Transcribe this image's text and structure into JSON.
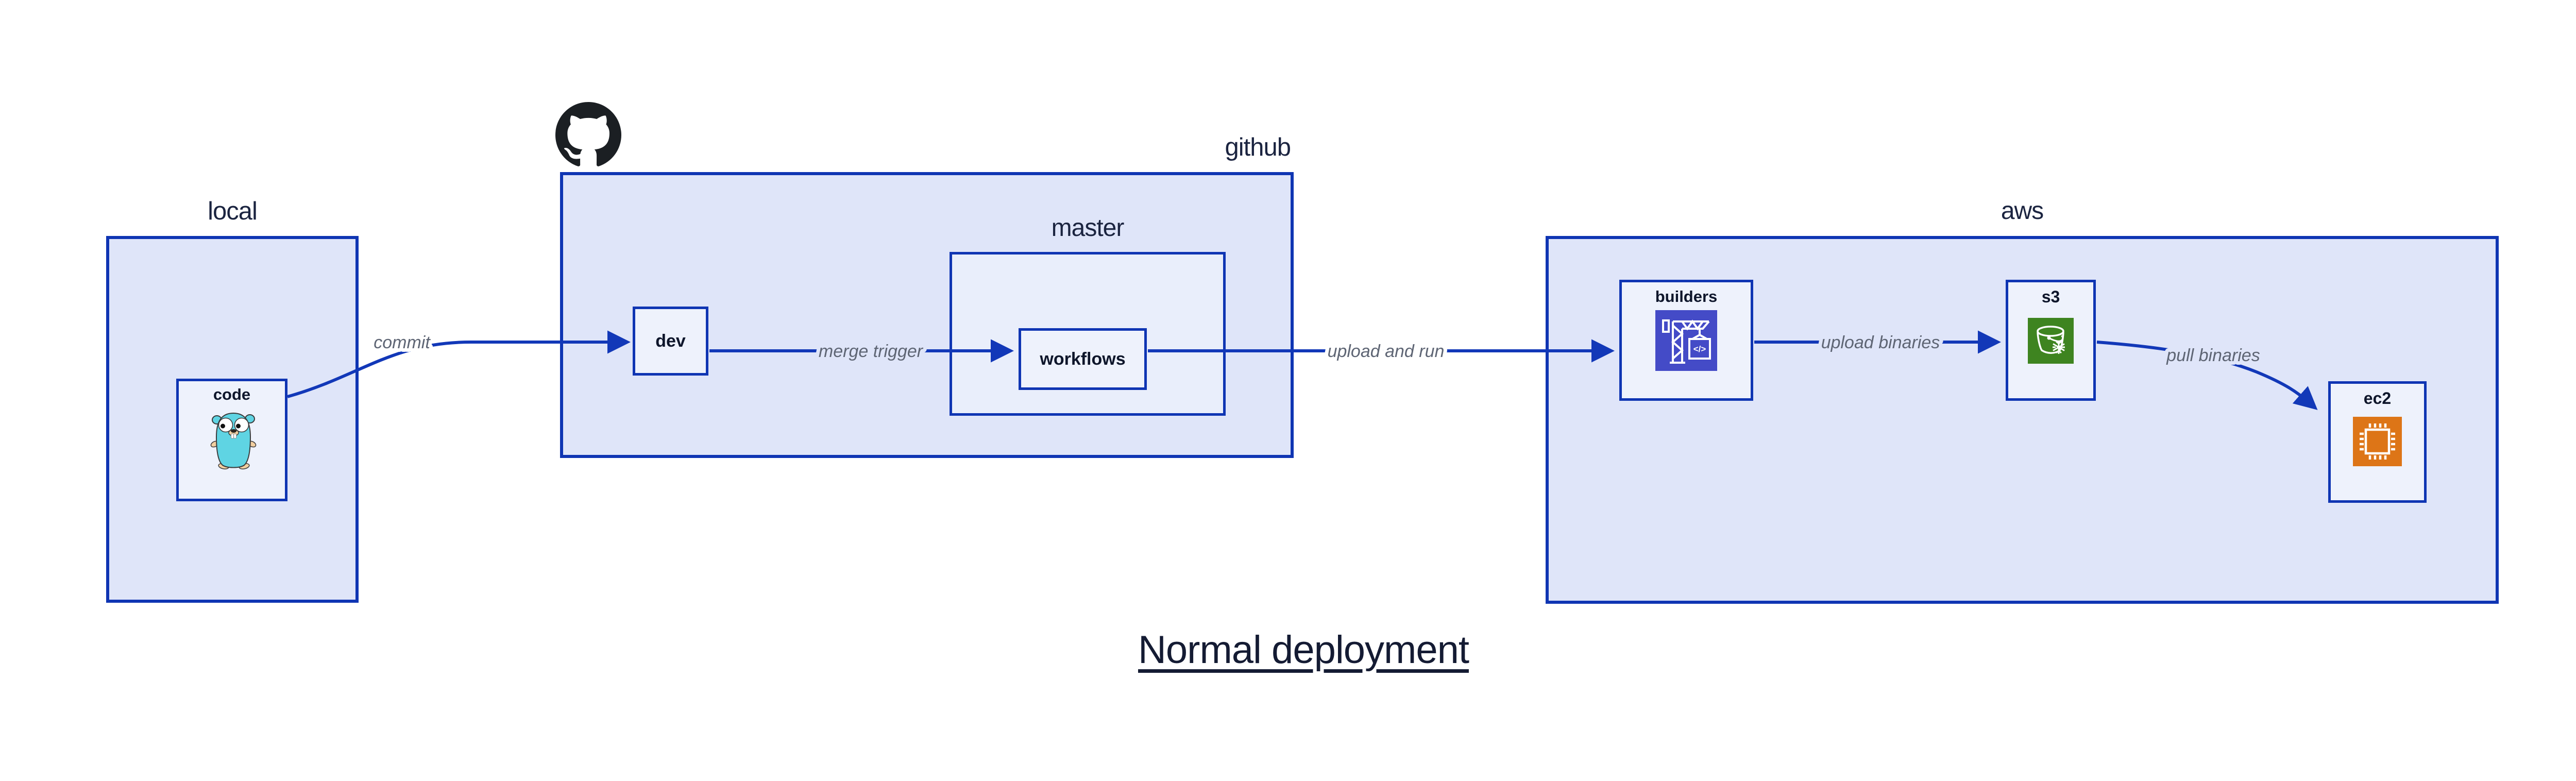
{
  "diagram": {
    "title": "Normal deployment",
    "containers": {
      "local": {
        "label": "local"
      },
      "github": {
        "label": "github",
        "logo_icon": "octocat"
      },
      "master": {
        "label": "master"
      },
      "aws": {
        "label": "aws"
      }
    },
    "nodes": {
      "code": {
        "label": "code",
        "icon": "go-gopher"
      },
      "dev": {
        "label": "dev"
      },
      "workflows": {
        "label": "workflows"
      },
      "builders": {
        "label": "builders",
        "icon": "codebuild-crane",
        "icon_glyph": "</>"
      },
      "s3": {
        "label": "s3",
        "icon": "glacier-bucket"
      },
      "ec2": {
        "label": "ec2",
        "icon": "ec2-chip"
      }
    },
    "edges": [
      {
        "id": "commit",
        "from": "code",
        "to": "dev",
        "label": "commit"
      },
      {
        "id": "merge-trigger",
        "from": "dev",
        "to": "workflows",
        "label": "merge trigger"
      },
      {
        "id": "upload-and-run",
        "from": "workflows",
        "to": "builders",
        "label": "upload and run"
      },
      {
        "id": "upload-binaries",
        "from": "builders",
        "to": "s3",
        "label": "upload binaries"
      },
      {
        "id": "pull-binaries",
        "from": "s3",
        "to": "ec2",
        "label": "pull binaries"
      }
    ],
    "colors": {
      "panel_border": "#0f35b3",
      "panel_fill": "#dfe5f9",
      "master_fill": "#e9eefb",
      "node_fill": "#eef2fc",
      "arrow": "#1238b8",
      "edge_label_text": "#5e6574",
      "node_label_text": "#0e162b",
      "container_label_text": "#1b2440",
      "title_text": "#141b33",
      "octocat_black": "#1b1f23",
      "gopher_body": "#5fd4e3",
      "builders_icon_bg": "#444bc7",
      "s3_icon_bg": "#3e8420",
      "ec2_icon_bg": "#dd7517"
    }
  }
}
